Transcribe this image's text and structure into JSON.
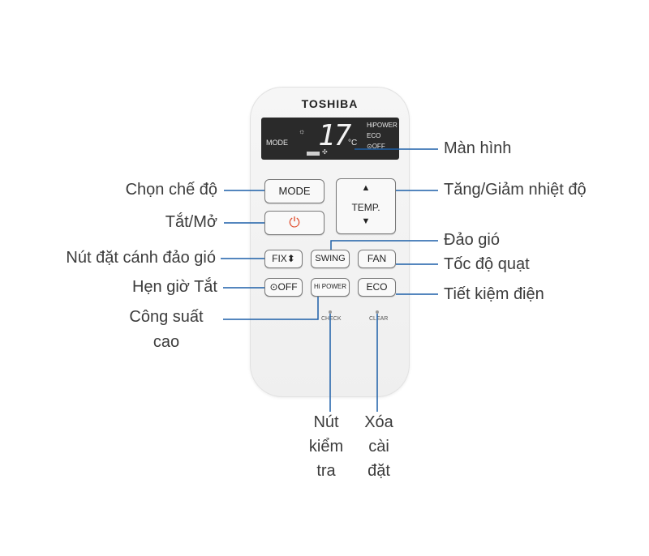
{
  "remote": {
    "brand": "TOSHIBA",
    "lcd": {
      "mode_label": "MODE",
      "temperature": "17",
      "unit": "°C",
      "indicators": [
        "HiPOWER",
        "ECO",
        "⊙OFF"
      ]
    },
    "buttons": {
      "mode": "MODE",
      "power": "⏻",
      "temp_up": "▲",
      "temp": "TEMP.",
      "temp_down": "▼",
      "fix": "FIX⬍",
      "swing": "SWING",
      "fan": "FAN",
      "off_timer": "⊙OFF",
      "hipower": "Hi POWER",
      "eco": "ECO"
    },
    "small_labels": {
      "check": "CHECK",
      "clear": "CLEAR"
    }
  },
  "callouts": {
    "man_hinh": "Màn hình",
    "chon_che_do": "Chọn chế độ",
    "tang_giam": "Tăng/Giảm nhiệt độ",
    "tat_mo": "Tắt/Mở",
    "dao_gio": "Đảo gió",
    "nut_dat_canh": "Nút đặt cánh đảo gió",
    "toc_do_quat": "Tốc độ quạt",
    "hen_gio_tat": "Hẹn giờ Tắt",
    "tiet_kiem_dien": "Tiết kiệm điện",
    "cong_suat_line1": "Công suất",
    "cong_suat_line2": "cao",
    "nut_kiem_tra_line1": "Nút",
    "nut_kiem_tra_line2": "kiểm",
    "nut_kiem_tra_line3": "tra",
    "xoa_cai_dat_line1": "Xóa",
    "xoa_cai_dat_line2": "cài",
    "xoa_cai_dat_line3": "đặt"
  },
  "colors": {
    "callout_line": "#1c5fa8",
    "text": "#3c3c3c",
    "power_symbol": "#e05030"
  }
}
